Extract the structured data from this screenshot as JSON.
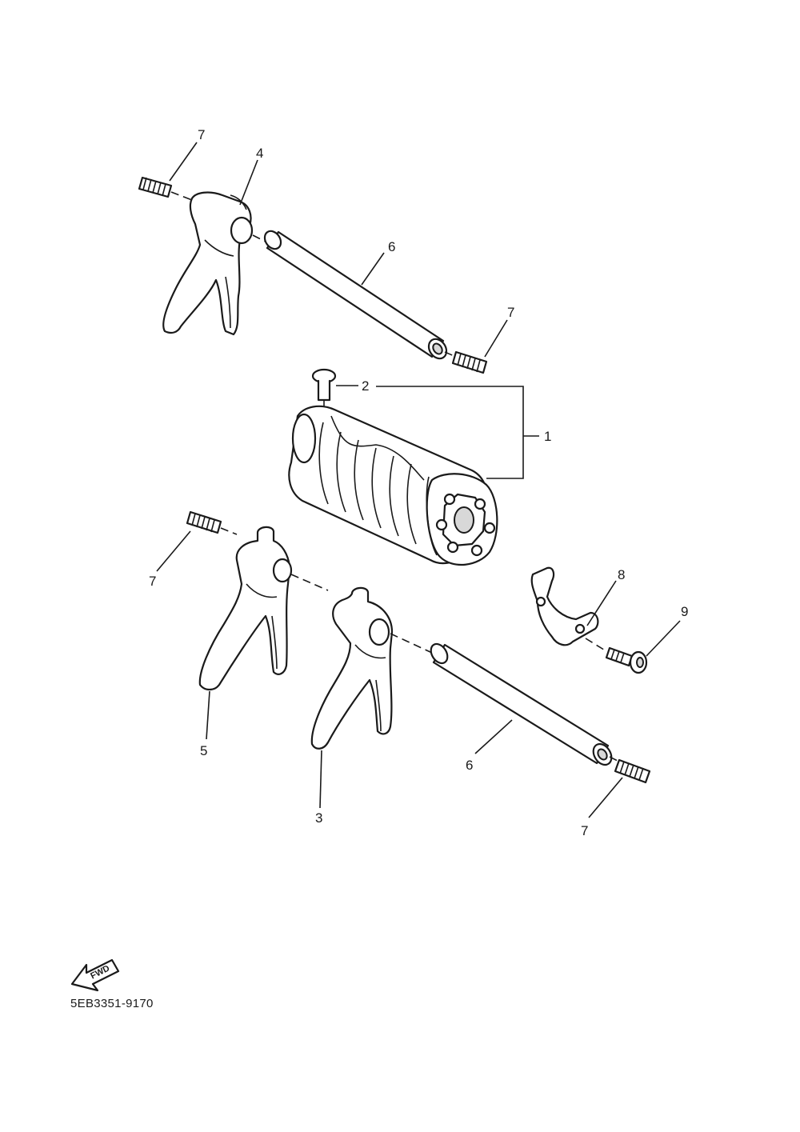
{
  "callouts": {
    "c1": "1",
    "c2": "2",
    "c3": "3",
    "c4": "4",
    "c5": "5",
    "c6_top": "6",
    "c6_bottom": "6",
    "c7_top_left": "7",
    "c7_top_right": "7",
    "c7_mid_left": "7",
    "c7_bottom_right": "7",
    "c8": "8",
    "c9": "9"
  },
  "fwd_label": "FWD",
  "diagram_code": "5EB3351-9170"
}
